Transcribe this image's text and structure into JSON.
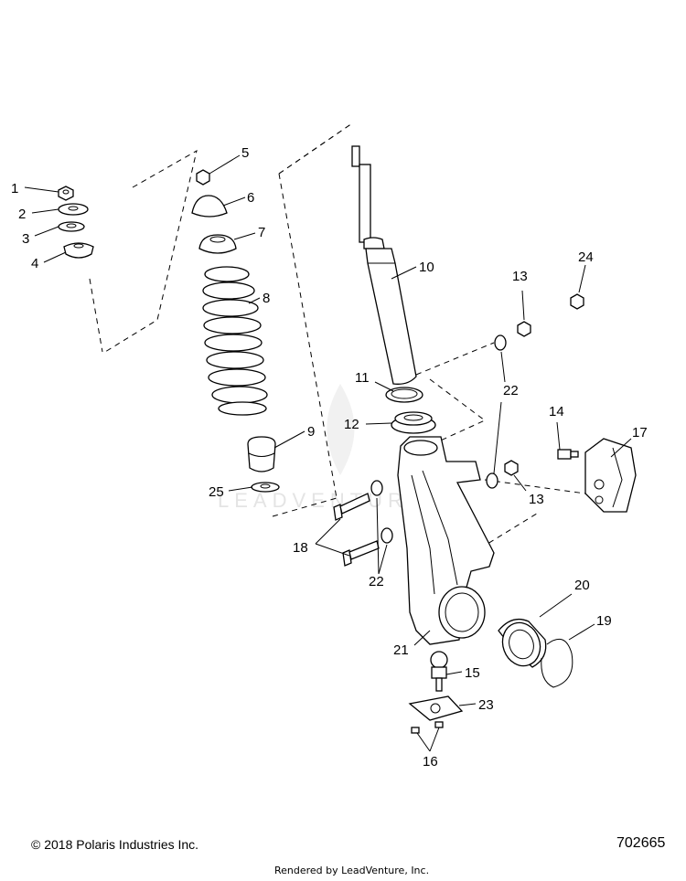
{
  "diagram": {
    "callouts": [
      "1",
      "2",
      "3",
      "4",
      "5",
      "6",
      "7",
      "8",
      "9",
      "10",
      "11",
      "12",
      "13",
      "13",
      "14",
      "15",
      "16",
      "17",
      "18",
      "19",
      "20",
      "21",
      "22",
      "22",
      "23",
      "24",
      "25"
    ],
    "watermark": "LEADVENTURE",
    "copyright": "© 2018 Polaris Industries Inc.",
    "diagram_id": "702665",
    "rendered_by": "Rendered by LeadVenture, Inc."
  }
}
